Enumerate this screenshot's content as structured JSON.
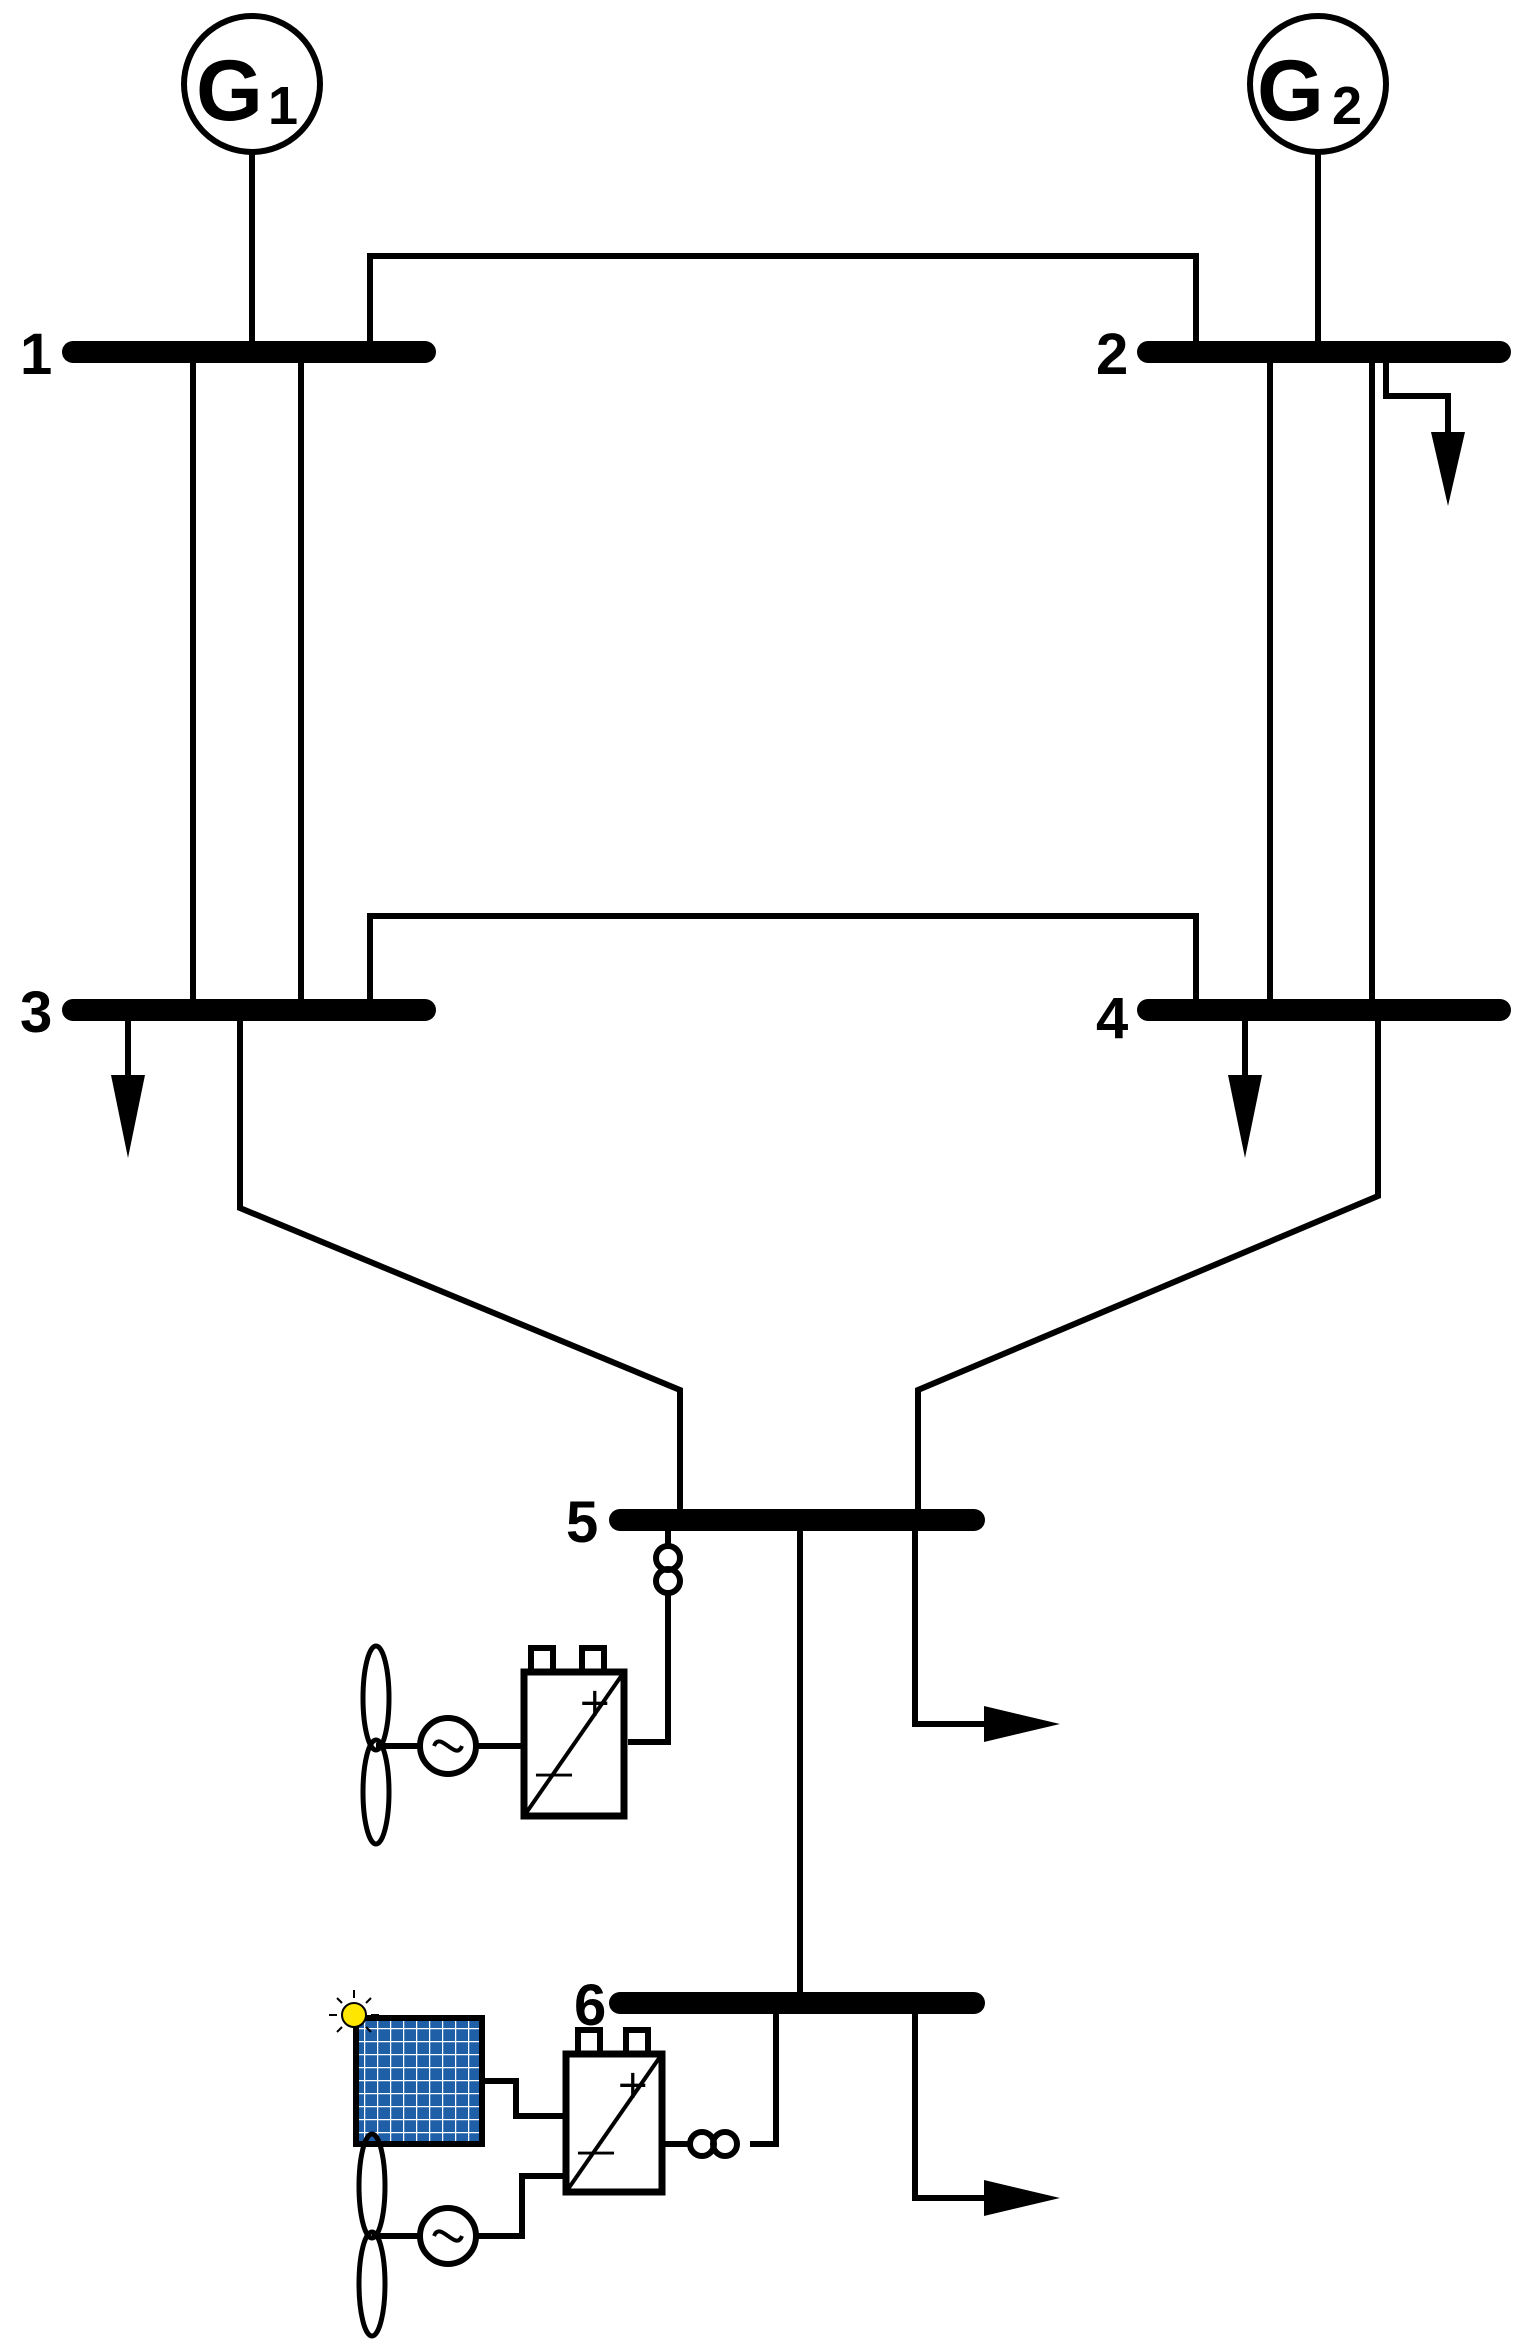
{
  "buses": [
    {
      "id": "1",
      "label": "1"
    },
    {
      "id": "2",
      "label": "2"
    },
    {
      "id": "3",
      "label": "3"
    },
    {
      "id": "4",
      "label": "4"
    },
    {
      "id": "5",
      "label": "5"
    },
    {
      "id": "6",
      "label": "6"
    }
  ],
  "generators": [
    {
      "letter": "G",
      "sub": "1",
      "bus": "1"
    },
    {
      "letter": "G",
      "sub": "2",
      "bus": "2"
    }
  ],
  "loads": [
    "2",
    "3",
    "4",
    "5",
    "6"
  ],
  "lines": [
    [
      "1",
      "2"
    ],
    [
      "1",
      "3"
    ],
    [
      "1",
      "3"
    ],
    [
      "2",
      "4"
    ],
    [
      "2",
      "4"
    ],
    [
      "3",
      "4"
    ],
    [
      "3",
      "5"
    ],
    [
      "4",
      "5"
    ],
    [
      "5",
      "6"
    ]
  ],
  "converters": [
    {
      "bus": "5",
      "plus": "+",
      "minus": "—",
      "sources": [
        "wind-turbine"
      ]
    },
    {
      "bus": "6",
      "plus": "+",
      "minus": "—",
      "sources": [
        "solar-panel",
        "wind-turbine"
      ]
    }
  ],
  "colors": {
    "line": "#000000",
    "solar_panel": "#1f5fa8",
    "solar_grid": "#ffffff",
    "sun": "#ffe600"
  }
}
